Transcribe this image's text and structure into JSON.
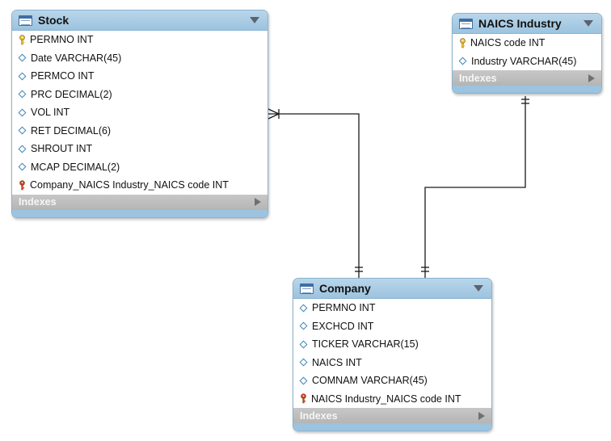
{
  "diagram": {
    "tables": {
      "stock": {
        "name": "Stock",
        "columns": [
          {
            "text": "PERMNO INT",
            "key": "primary"
          },
          {
            "text": "Date VARCHAR(45)",
            "key": "none"
          },
          {
            "text": "PERMCO INT",
            "key": "none"
          },
          {
            "text": "PRC DECIMAL(2)",
            "key": "none"
          },
          {
            "text": "VOL INT",
            "key": "none"
          },
          {
            "text": "RET DECIMAL(6)",
            "key": "none"
          },
          {
            "text": "SHROUT INT",
            "key": "none"
          },
          {
            "text": "MCAP DECIMAL(2)",
            "key": "none"
          },
          {
            "text": "Company_NAICS Industry_NAICS code INT",
            "key": "foreign"
          }
        ],
        "indexes_label": "Indexes"
      },
      "naics_industry": {
        "name": "NAICS Industry",
        "columns": [
          {
            "text": "NAICS code INT",
            "key": "primary"
          },
          {
            "text": "Industry VARCHAR(45)",
            "key": "none"
          }
        ],
        "indexes_label": "Indexes"
      },
      "company": {
        "name": "Company",
        "columns": [
          {
            "text": "PERMNO INT",
            "key": "none"
          },
          {
            "text": "EXCHCD INT",
            "key": "none"
          },
          {
            "text": "TICKER VARCHAR(15)",
            "key": "none"
          },
          {
            "text": "NAICS INT",
            "key": "none"
          },
          {
            "text": "COMNAM VARCHAR(45)",
            "key": "none"
          },
          {
            "text": "NAICS Industry_NAICS code INT",
            "key": "foreign"
          }
        ],
        "indexes_label": "Indexes"
      }
    },
    "relationships": [
      {
        "from": "company",
        "to": "stock",
        "from_cardinality": "one-and-only-one",
        "to_cardinality": "one-or-many"
      },
      {
        "from": "naics_industry",
        "to": "company",
        "from_cardinality": "one-and-only-one",
        "to_cardinality": "one-and-only-one"
      }
    ],
    "colors": {
      "header": "#9cc3df",
      "border": "#8ab3d1",
      "primary_key": "#f2c230",
      "foreign_key": "#d9342b",
      "column_icon": "#3f86b5",
      "indexes_bar": "#bdbdbd"
    }
  }
}
